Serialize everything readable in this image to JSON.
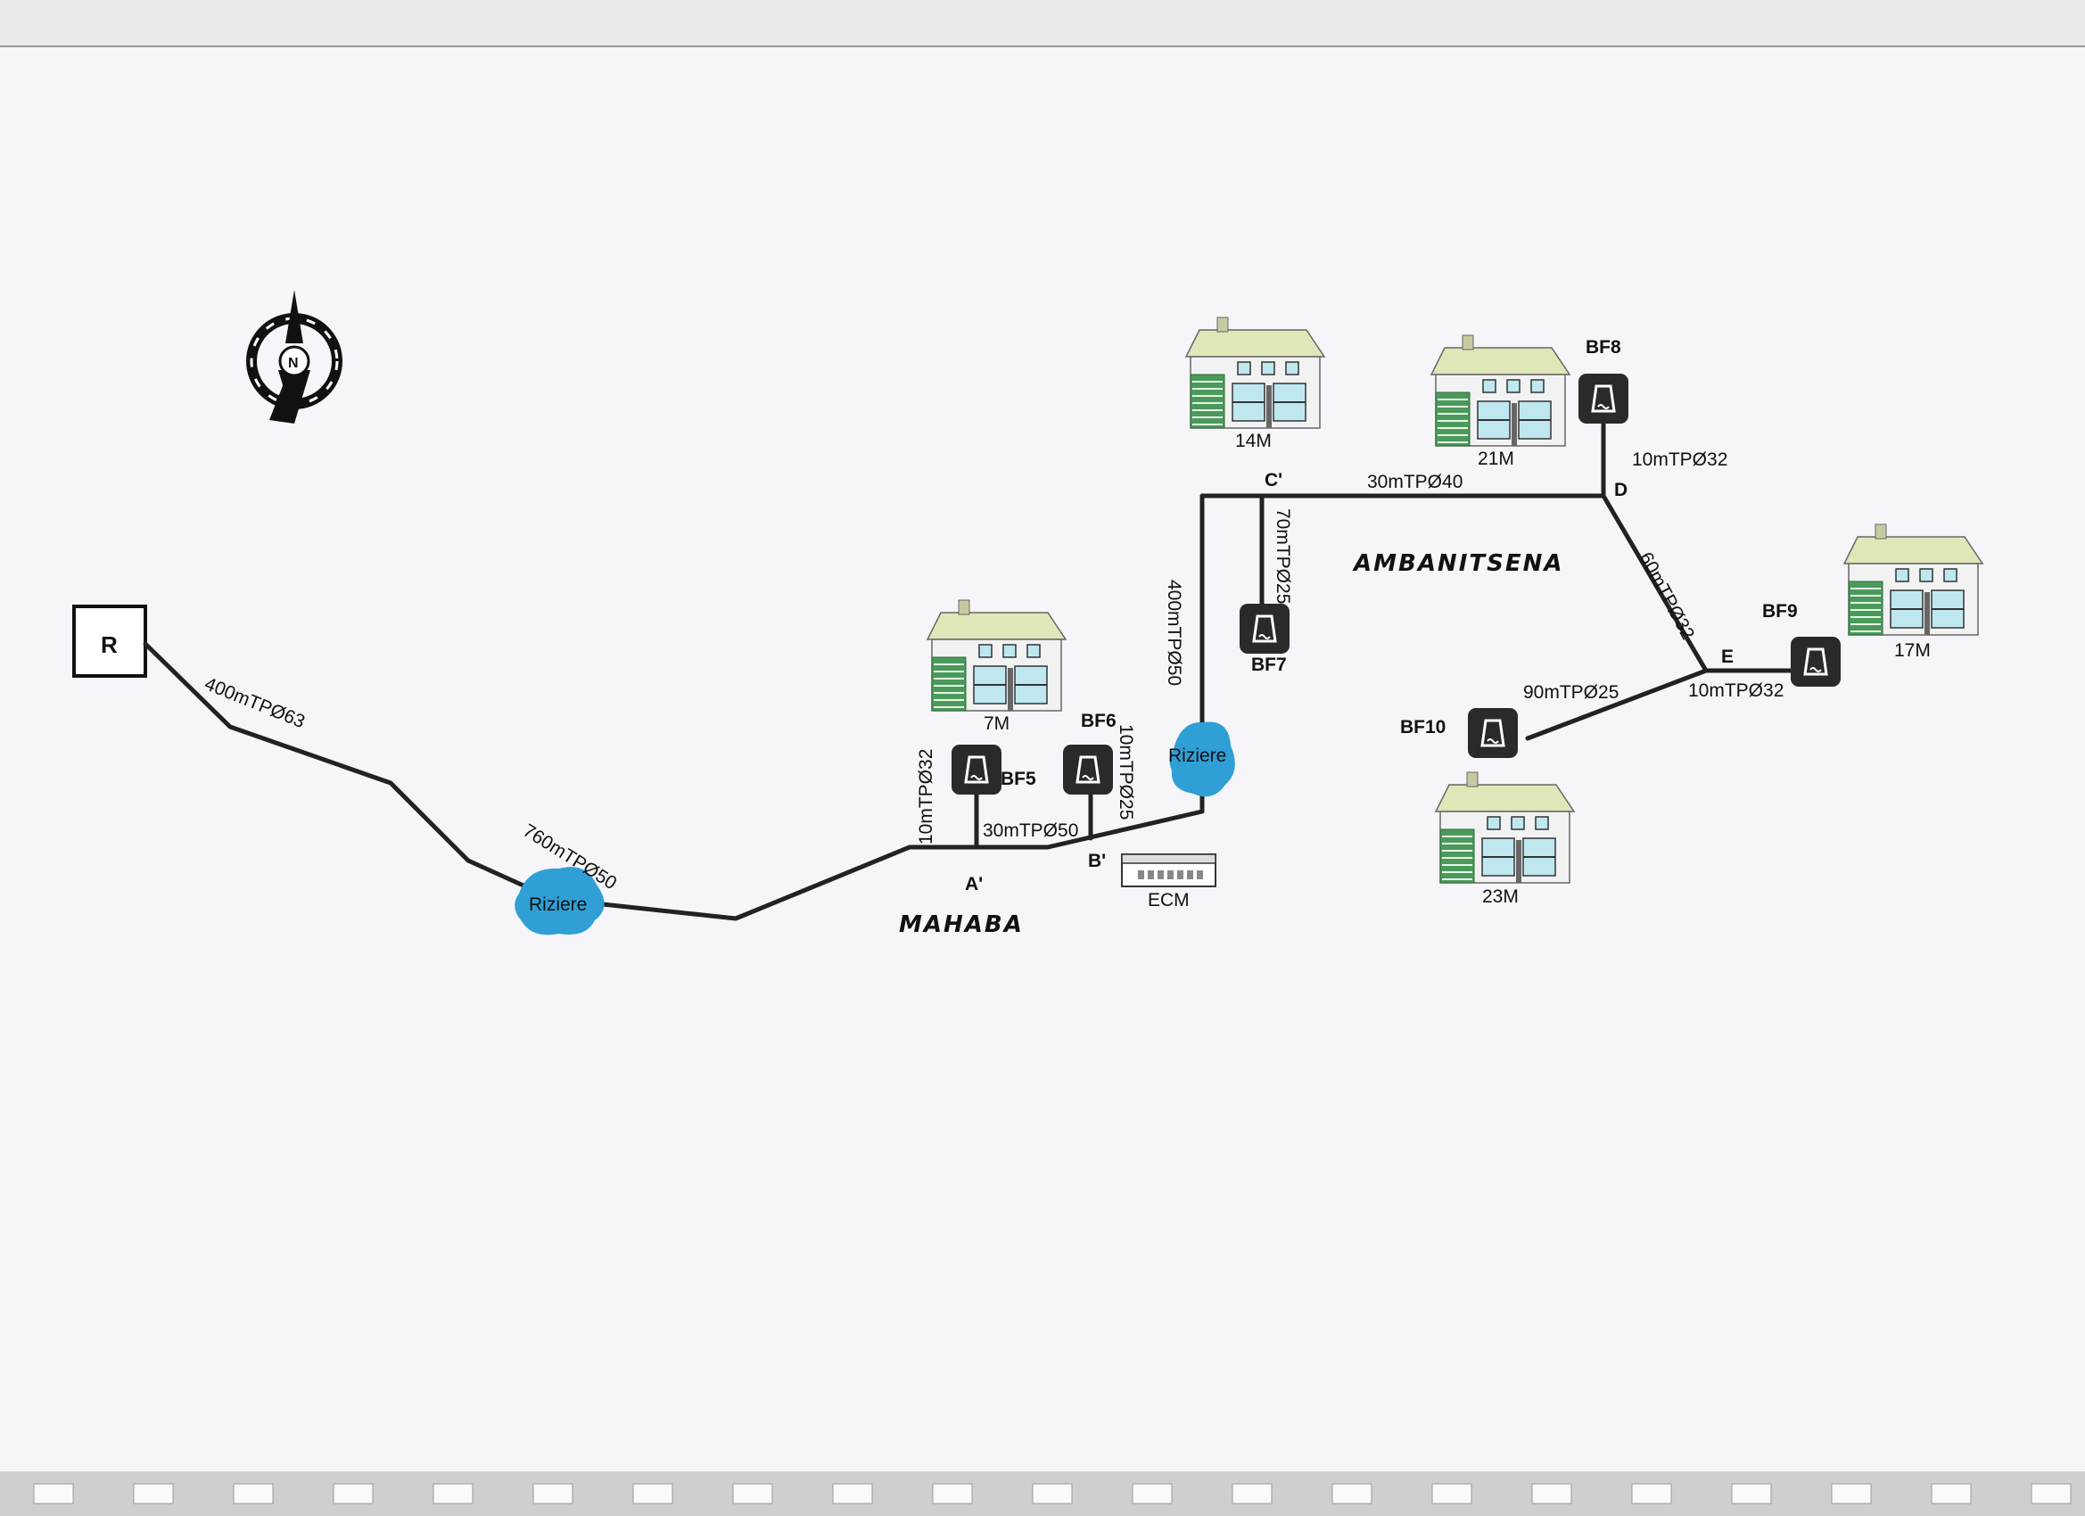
{
  "reservoir_label": "R",
  "compass_label": "N",
  "places": {
    "mahaba": "MAHABA",
    "ambanitsena": "AMBANITSENA"
  },
  "nodes": {
    "a": "A'",
    "b": "B'",
    "c": "C'",
    "d": "D",
    "e": "E"
  },
  "rizieres": [
    "Riziere",
    "Riziere"
  ],
  "fountains": {
    "bf5": "BF5",
    "bf6": "BF6",
    "bf7": "BF7",
    "bf8": "BF8",
    "bf9": "BF9",
    "bf10": "BF10"
  },
  "houses": {
    "h7": "7M",
    "h14": "14M",
    "h21": "21M",
    "h17": "17M",
    "h23": "23M"
  },
  "school": "ECM",
  "pipes": {
    "p1": "400mTPØ63",
    "p2": "760mTPØ50",
    "p3": "10mTPØ32",
    "p4": "30mTPØ50",
    "p5": "10mTPØ25",
    "p6": "400mTPØ50",
    "p7": "70mTPØ25",
    "p8": "30mTPØ40",
    "p9": "10mTPØ32",
    "p10": "60mTPØ32",
    "p11": "10mTPØ32",
    "p12": "90mTPØ25"
  },
  "colors": {
    "pipe": "#222222",
    "riziere": "#2f9fd6",
    "house_roof": "#dfe6b8",
    "house_window": "#bfe7f0",
    "house_garage": "#4a9a5a",
    "fountain": "#2a2a2a"
  }
}
